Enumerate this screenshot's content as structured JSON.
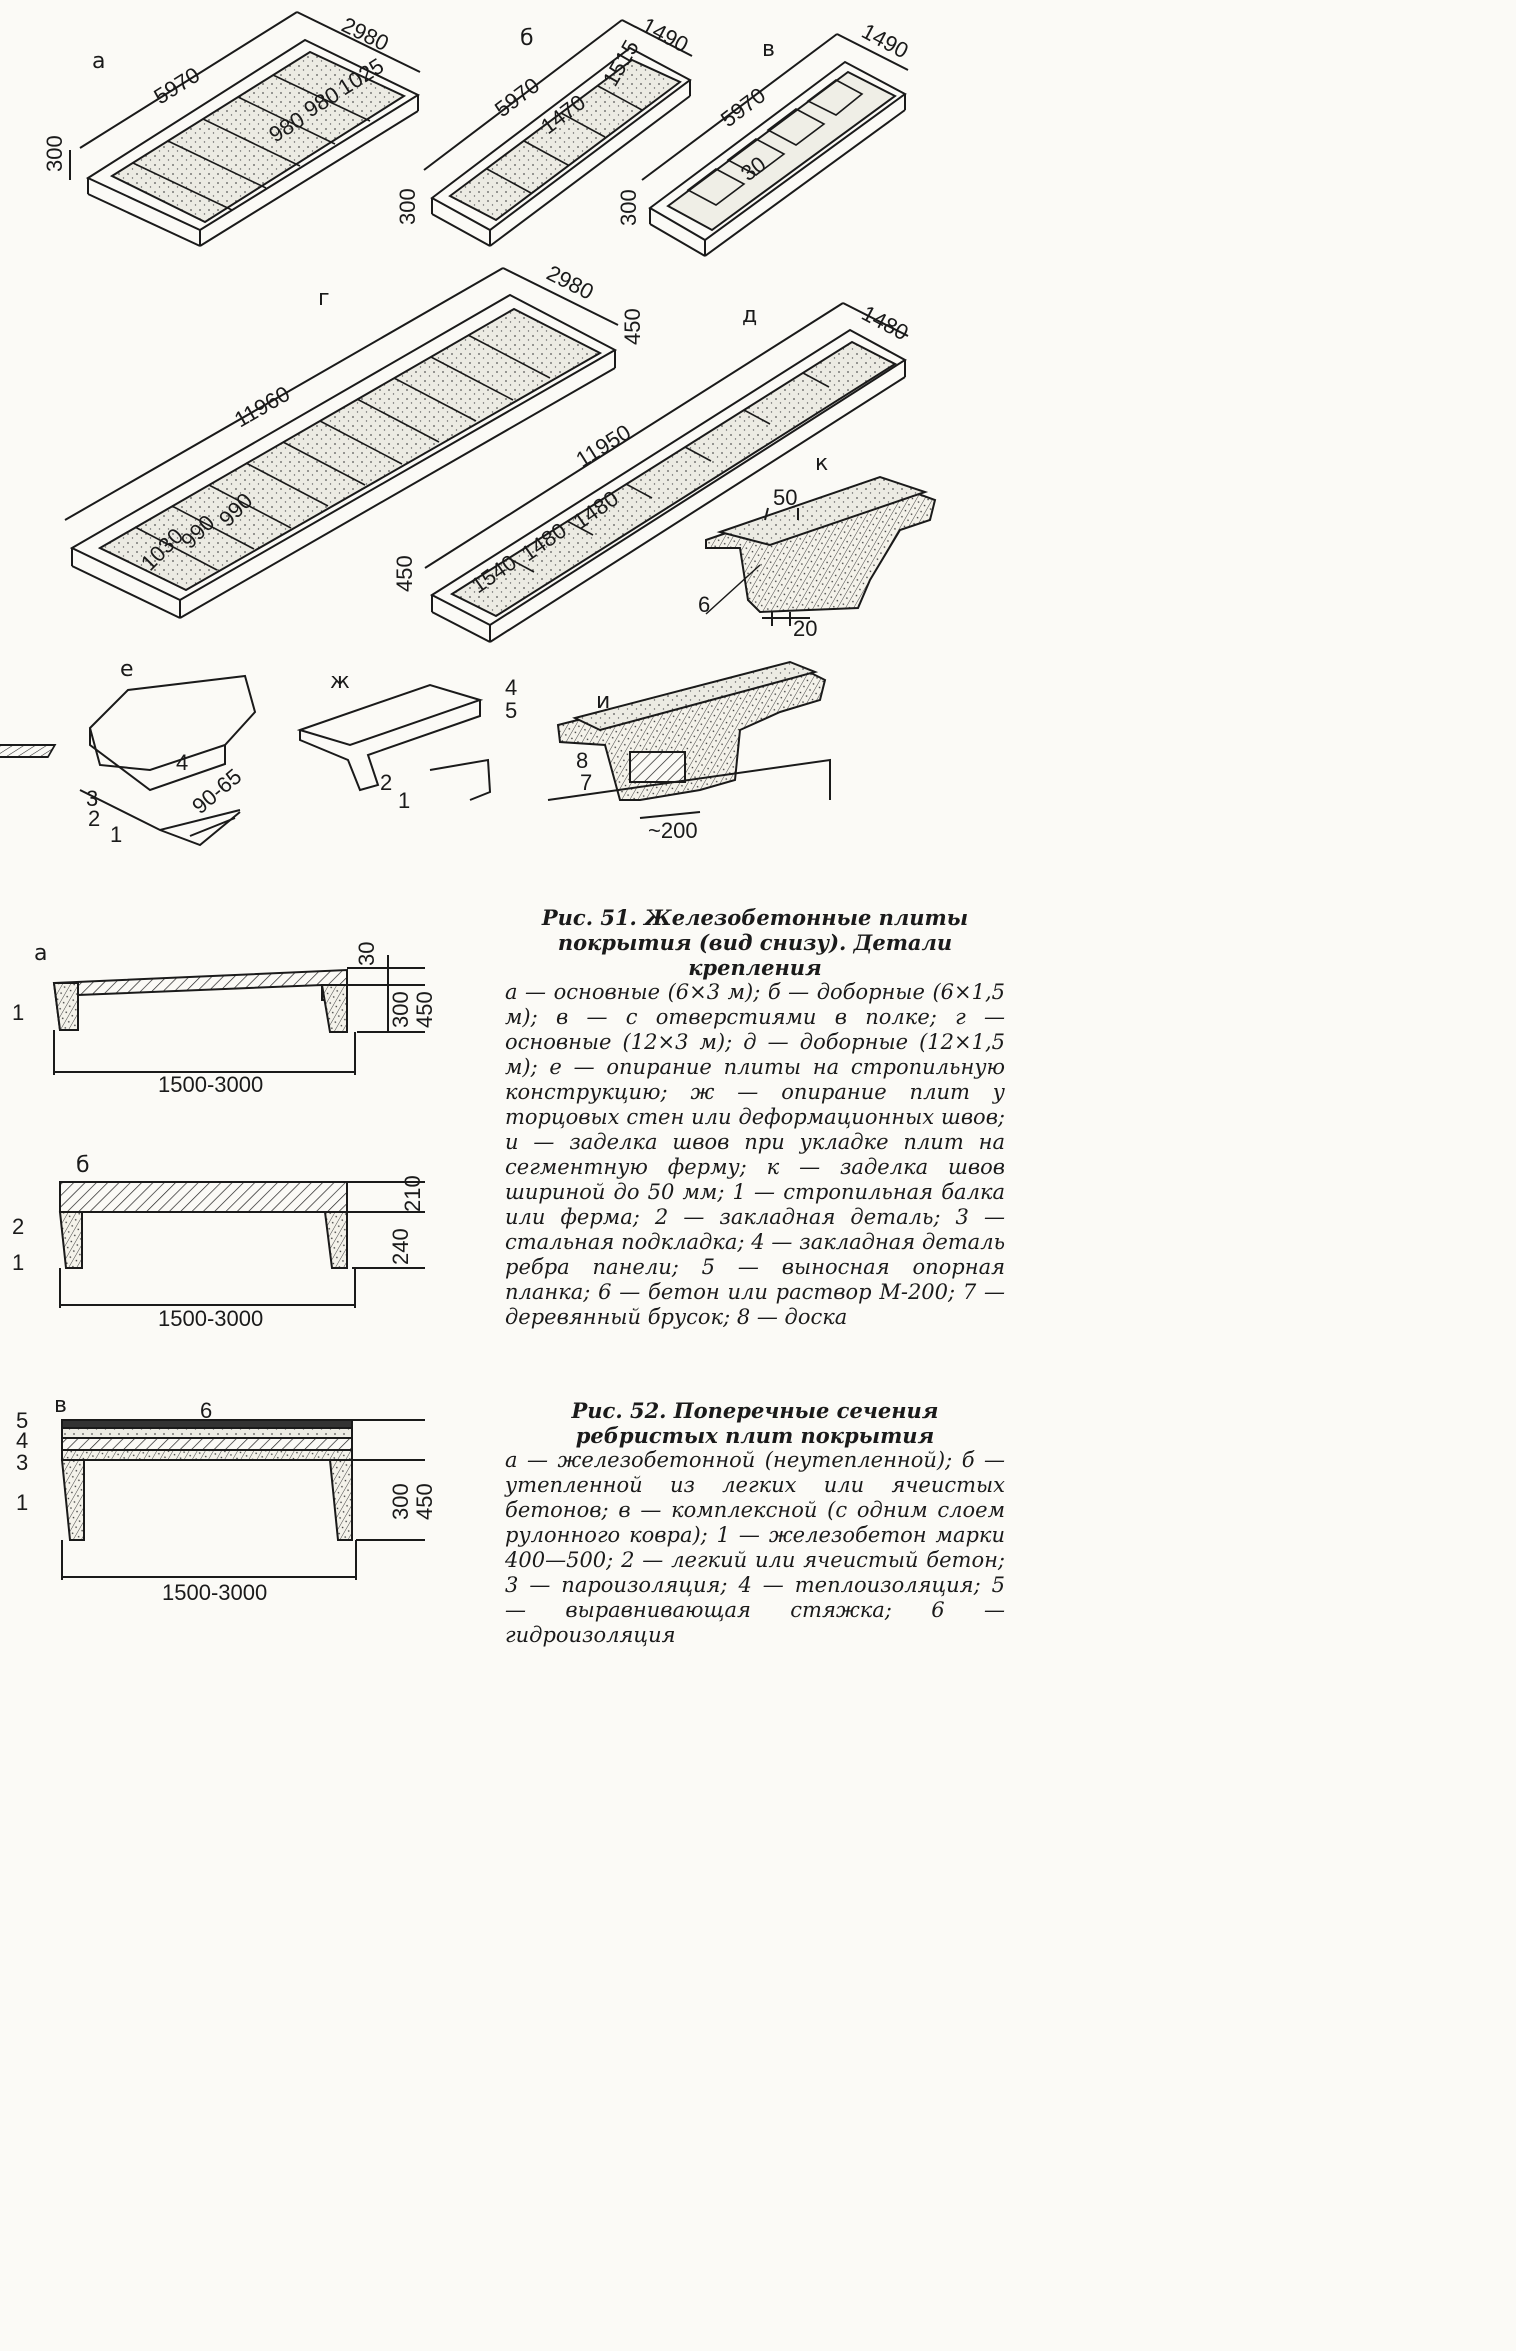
{
  "fig51": {
    "panels": {
      "a": {
        "label": "а",
        "length": "5970",
        "width": "2980",
        "height": "300",
        "rib1": "980",
        "rib2": "980",
        "rib3": "1025"
      },
      "b": {
        "label": "б",
        "length": "5970",
        "width": "1490",
        "height": "300",
        "rib1": "1470",
        "rib2": "1515"
      },
      "v": {
        "label": "в",
        "length": "5970",
        "width": "1490",
        "height": "300",
        "hole": "30"
      },
      "g": {
        "label": "г",
        "length": "11960",
        "width": "2980",
        "height": "450",
        "rib1": "1030",
        "rib2": "990",
        "rib3": "990"
      },
      "d": {
        "label": "д",
        "length": "11950",
        "width": "1480",
        "height": "450",
        "rib1": "1540",
        "rib2": "1480",
        "rib3": "1480"
      }
    },
    "details": {
      "e": {
        "label": "е",
        "n1": "1",
        "n2": "2",
        "n3": "3",
        "n4": "4",
        "range": "90-65"
      },
      "zh": {
        "label": "ж",
        "n1": "1",
        "n2": "2",
        "n4": "4",
        "n5": "5"
      },
      "i": {
        "label": "и",
        "n7": "7",
        "n8": "8",
        "width": "~200"
      },
      "k": {
        "label": "к",
        "top": "50",
        "bottom": "20",
        "n6": "6"
      }
    },
    "caption_title": "Рис. 51. Железобетонные плиты покрытия (вид снизу). Детали крепления",
    "caption_body": "а — основные (6×3 м); б — доборные (6×1,5 м); в — с отверстиями в полке; г — основные (12×3 м); д — доборные (12×1,5 м); е — опирание плиты на стропильную конструкцию; ж — опирание плит у торцовых стен или деформационных швов; и — заделка швов при укладке плит на сегментную ферму; к — заделка швов шириной до 50 мм; 1 — стропильная балка или ферма; 2 — закладная деталь; 3 — стальная подкладка; 4 — закладная деталь ребра панели; 5 — выносная опорная планка; 6 — бетон или раствор М-200; 7 — деревянный брусок; 8 — доска"
  },
  "fig52": {
    "sections": {
      "a": {
        "label": "а",
        "n1": "1",
        "d30": "30",
        "d300": "300",
        "d450": "450",
        "span": "1500-3000"
      },
      "b": {
        "label": "б",
        "n1": "1",
        "n2": "2",
        "d210": "210",
        "d240": "240",
        "span": "1500-3000"
      },
      "v": {
        "label": "в",
        "n1": "1",
        "n3": "3",
        "n4": "4",
        "n5": "5",
        "n6": "6",
        "d300": "300",
        "d450": "450",
        "span": "1500-3000"
      }
    },
    "caption_title": "Рис. 52. Поперечные сечения ребристых плит покрытия",
    "caption_body": "а — железобетонной (неутепленной); б — утепленной из легких или ячеистых бетонов; в — комплексной (с одним слоем рулонного ковра); 1 — железобетон марки 400—500; 2 — легкий или ячеистый бетон; 3 — пароизоляция; 4 — теплоизоляция; 5 — выравнивающая стяжка; 6 — гидроизоляция"
  }
}
